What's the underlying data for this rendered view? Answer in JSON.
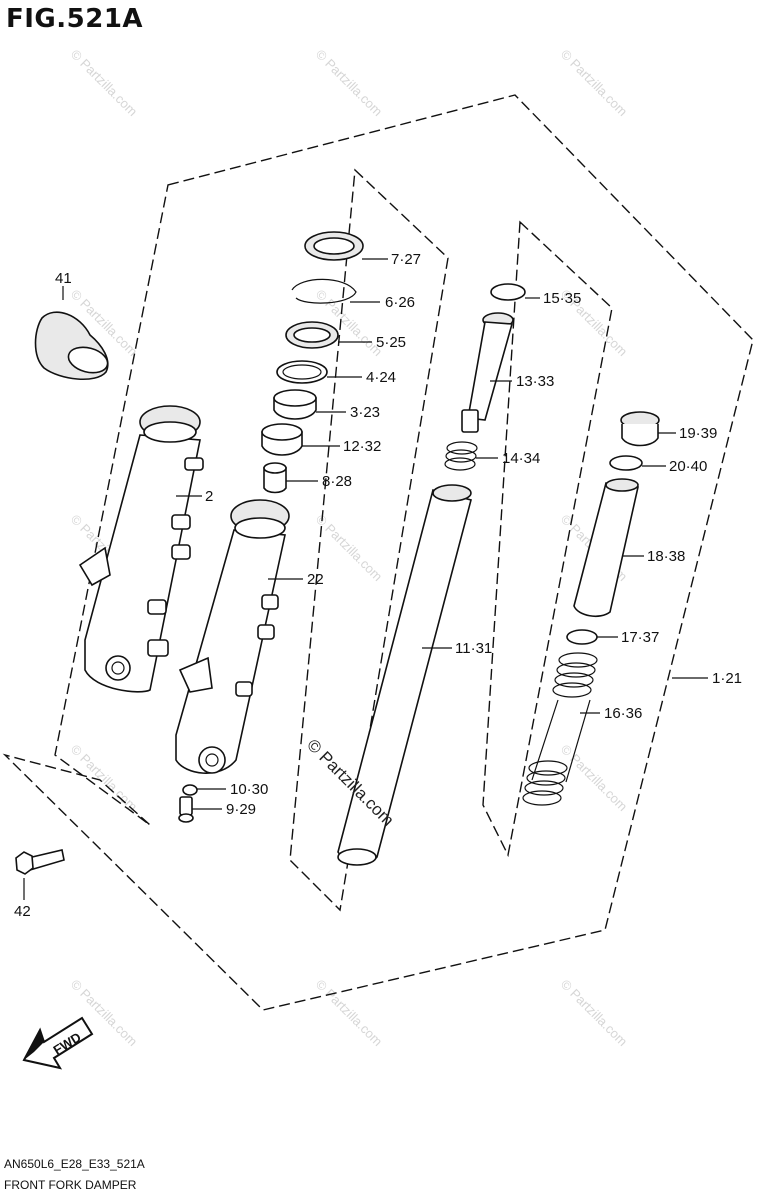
{
  "figure": {
    "title": "FIG.521A",
    "code": "AN650L6_E28_E33_521A",
    "name": "FRONT FORK DAMPER"
  },
  "fwd_label": "FWD",
  "watermark": {
    "text": "© Partzilla.com"
  },
  "callouts": [
    {
      "id": "c41",
      "label": "41"
    },
    {
      "id": "c2",
      "label": "2"
    },
    {
      "id": "c22",
      "label": "22"
    },
    {
      "id": "c7",
      "label": "7·27"
    },
    {
      "id": "c6",
      "label": "6·26"
    },
    {
      "id": "c5",
      "label": "5·25"
    },
    {
      "id": "c4",
      "label": "4·24"
    },
    {
      "id": "c3",
      "label": "3·23"
    },
    {
      "id": "c12",
      "label": "12·32"
    },
    {
      "id": "c8",
      "label": "8·28"
    },
    {
      "id": "c10",
      "label": "10·30"
    },
    {
      "id": "c9",
      "label": "9·29"
    },
    {
      "id": "c42",
      "label": "42"
    },
    {
      "id": "c15",
      "label": "15·35"
    },
    {
      "id": "c13",
      "label": "13·33"
    },
    {
      "id": "c14",
      "label": "14·34"
    },
    {
      "id": "c11",
      "label": "11·31"
    },
    {
      "id": "c19",
      "label": "19·39"
    },
    {
      "id": "c20",
      "label": "20·40"
    },
    {
      "id": "c18",
      "label": "18·38"
    },
    {
      "id": "c17",
      "label": "17·37"
    },
    {
      "id": "c16",
      "label": "16·36"
    },
    {
      "id": "c1",
      "label": "1·21"
    }
  ]
}
